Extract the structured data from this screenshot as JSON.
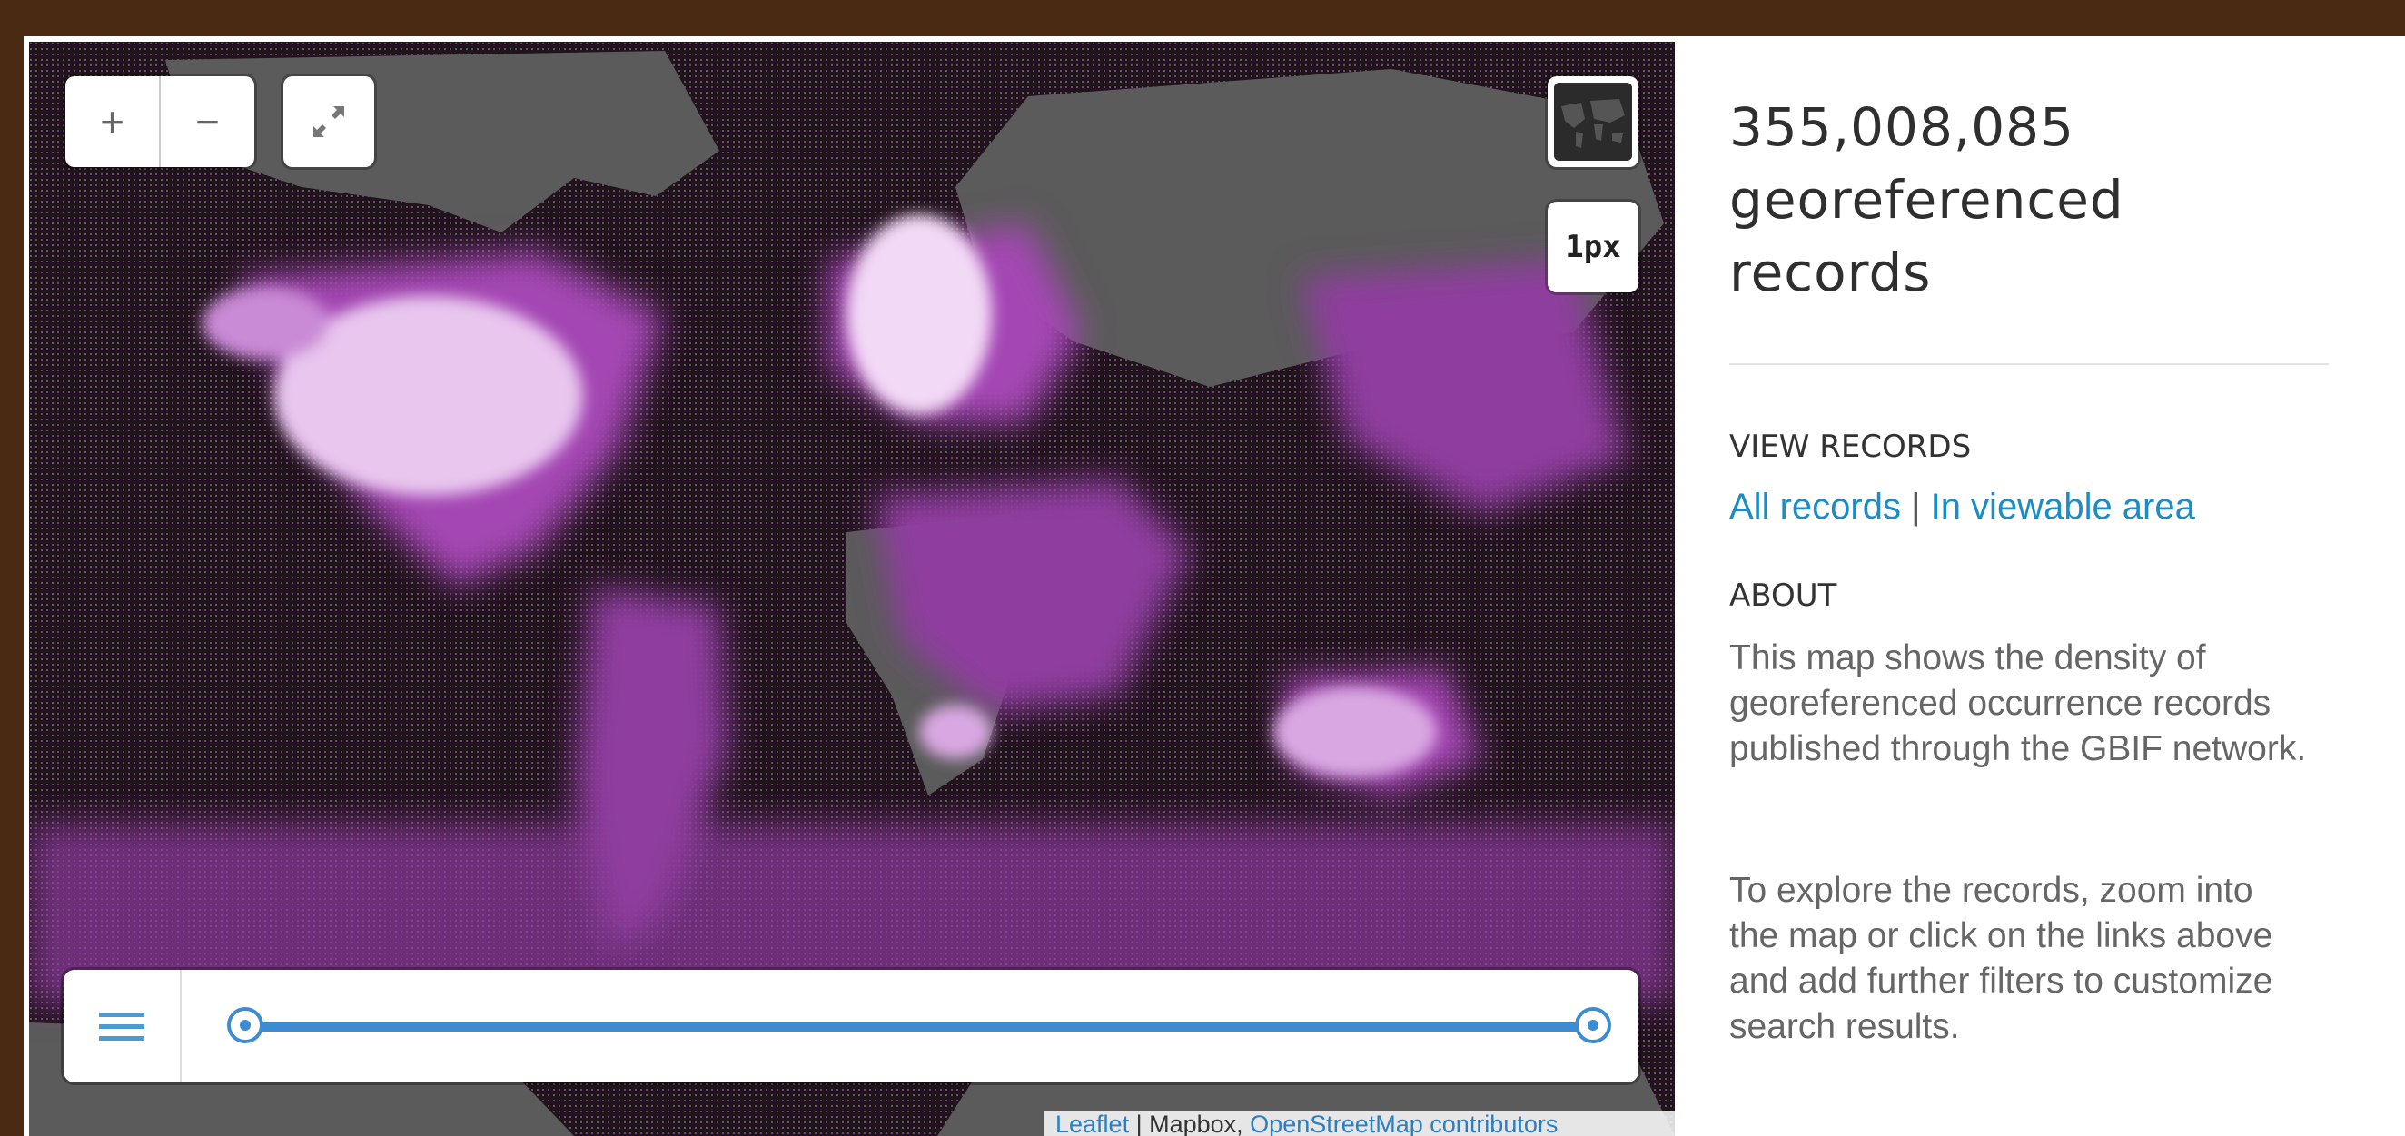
{
  "map": {
    "zoom_in_label": "+",
    "zoom_out_label": "−",
    "pixel_size_label": "1px",
    "attribution": {
      "leaflet": "Leaflet",
      "separator": " | ",
      "mapbox": "Mapbox, ",
      "osm": "OpenStreetMap contributors"
    },
    "colors": {
      "ocean": "#1e1518",
      "land": "#5a5a5a",
      "density": "#b14fc0",
      "density_bright": "#f2d9f5",
      "slider": "#3d8bd0"
    }
  },
  "panel": {
    "headline_line1": "355,008,085",
    "headline_line2": "georeferenced",
    "headline_line3": "records",
    "view_records_heading": "VIEW RECORDS",
    "all_records_link": "All records",
    "link_separator": " | ",
    "viewable_area_link": "In viewable area",
    "about_heading": "ABOUT",
    "about_p1": "This map shows the density of georeferenced occurrence records published through the GBIF network.",
    "about_p2": "To explore the records, zoom into the map or click on the links above and add further filters to customize search results."
  }
}
